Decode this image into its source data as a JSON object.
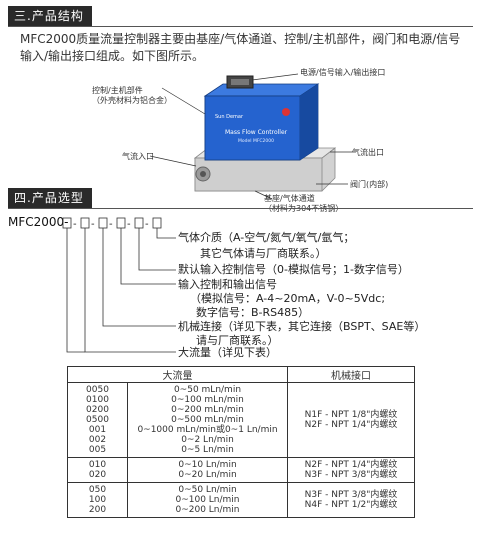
{
  "section1": {
    "title": "三.产品结构"
  },
  "intro": {
    "line1": "MFC2000质量流量控制器主要由基座/气体通道、控制/主机部件，阀门和电源/信号",
    "line2": "输入/输出接口组成。如下图所示。"
  },
  "diagram": {
    "power_label": "电源/信号输入/输出接口",
    "control_label1": "控制/主机部件",
    "control_label2": "（外壳材料为铝合金）",
    "inlet_label": "气流入口",
    "outlet_label": "气流出口",
    "valve_label": "阀门(内部)",
    "base_label1": "基座/气体通道",
    "base_label2": "（材料为304不锈钢）",
    "device_brand": "Sun Demar",
    "device_title": "Mass Flow Controller",
    "device_model": "Model MFC2000"
  },
  "section2": {
    "title": "四.产品选型"
  },
  "code": {
    "prefix": "MFC2000-"
  },
  "selection": {
    "r1": "气体介质（A-空气/氮气/氧气/氩气；",
    "r1b": "其它气体请与厂商联系。）",
    "r2": "默认输入控制信号（0-模拟信号；1-数字信号）",
    "r3": "输入控制和输出信号",
    "r3b": "（模拟信号：A-4~20mA，V-0~5Vdc;",
    "r3c": "数字信号：B-RS485）",
    "r4": "机械连接（详见下表，其它连接（BSPT、SAE等）",
    "r4b": "请与厂商联系。）",
    "r5": "大流量（详见下表）"
  },
  "table": {
    "h1": "大流量",
    "h2": "机械接口",
    "g1_codes": [
      "0050",
      "0100",
      "0200",
      "0500",
      "001",
      "002",
      "005"
    ],
    "g1_ranges": [
      "0~50 mLn/min",
      "0~100 mLn/min",
      "0~200 mLn/min",
      "0~500 mLn/min",
      "0~1000 mLn/min或0~1 Ln/min",
      "0~2 Ln/min",
      "0~5 Ln/min"
    ],
    "g1_iface": [
      "N1F - NPT 1/8\"内螺纹",
      "N2F - NPT 1/4\"内螺纹"
    ],
    "g2_codes": [
      "010",
      "020"
    ],
    "g2_ranges": [
      "0~10 Ln/min",
      "0~20 Ln/min"
    ],
    "g2_iface": [
      "N2F - NPT 1/4\"内螺纹",
      "N3F - NPT 3/8\"内螺纹"
    ],
    "g3_codes": [
      "050",
      "100",
      "200"
    ],
    "g3_ranges": [
      "0~50 Ln/min",
      "0~100 Ln/min",
      "0~200 Ln/min"
    ],
    "g3_iface": [
      "N3F - NPT 3/8\"内螺纹",
      "N4F - NPT 1/2\"内螺纹"
    ]
  },
  "colors": {
    "badge": "#2a2a2a",
    "device_blue": "#1f5fc8",
    "steel": "#c9c9c9"
  }
}
